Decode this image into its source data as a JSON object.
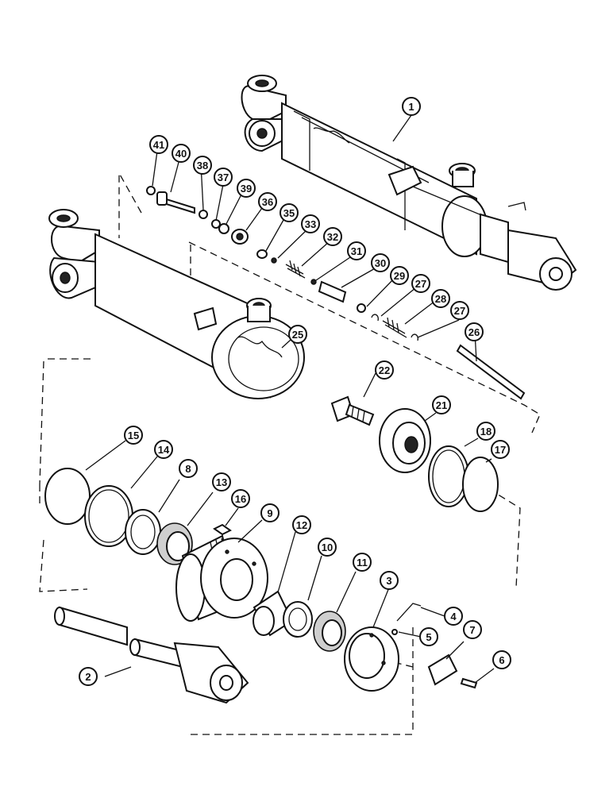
{
  "diagram": {
    "callouts": [
      {
        "id": "1",
        "label": "1"
      },
      {
        "id": "2",
        "label": "2"
      },
      {
        "id": "3",
        "label": "3"
      },
      {
        "id": "4",
        "label": "4"
      },
      {
        "id": "5",
        "label": "5"
      },
      {
        "id": "6",
        "label": "6"
      },
      {
        "id": "7",
        "label": "7"
      },
      {
        "id": "8",
        "label": "8"
      },
      {
        "id": "9",
        "label": "9"
      },
      {
        "id": "10",
        "label": "10"
      },
      {
        "id": "11",
        "label": "11"
      },
      {
        "id": "12",
        "label": "12"
      },
      {
        "id": "13",
        "label": "13"
      },
      {
        "id": "14",
        "label": "14"
      },
      {
        "id": "15",
        "label": "15"
      },
      {
        "id": "16",
        "label": "16"
      },
      {
        "id": "17",
        "label": "17"
      },
      {
        "id": "18",
        "label": "18"
      },
      {
        "id": "21",
        "label": "21"
      },
      {
        "id": "22",
        "label": "22"
      },
      {
        "id": "25",
        "label": "25"
      },
      {
        "id": "26",
        "label": "26"
      },
      {
        "id": "27a",
        "label": "27"
      },
      {
        "id": "27b",
        "label": "27"
      },
      {
        "id": "28",
        "label": "28"
      },
      {
        "id": "29",
        "label": "29"
      },
      {
        "id": "30",
        "label": "30"
      },
      {
        "id": "31",
        "label": "31"
      },
      {
        "id": "32",
        "label": "32"
      },
      {
        "id": "33",
        "label": "33"
      },
      {
        "id": "35",
        "label": "35"
      },
      {
        "id": "36",
        "label": "36"
      },
      {
        "id": "37",
        "label": "37"
      },
      {
        "id": "38",
        "label": "38"
      },
      {
        "id": "39",
        "label": "39"
      },
      {
        "id": "40",
        "label": "40"
      },
      {
        "id": "41",
        "label": "41"
      }
    ]
  }
}
